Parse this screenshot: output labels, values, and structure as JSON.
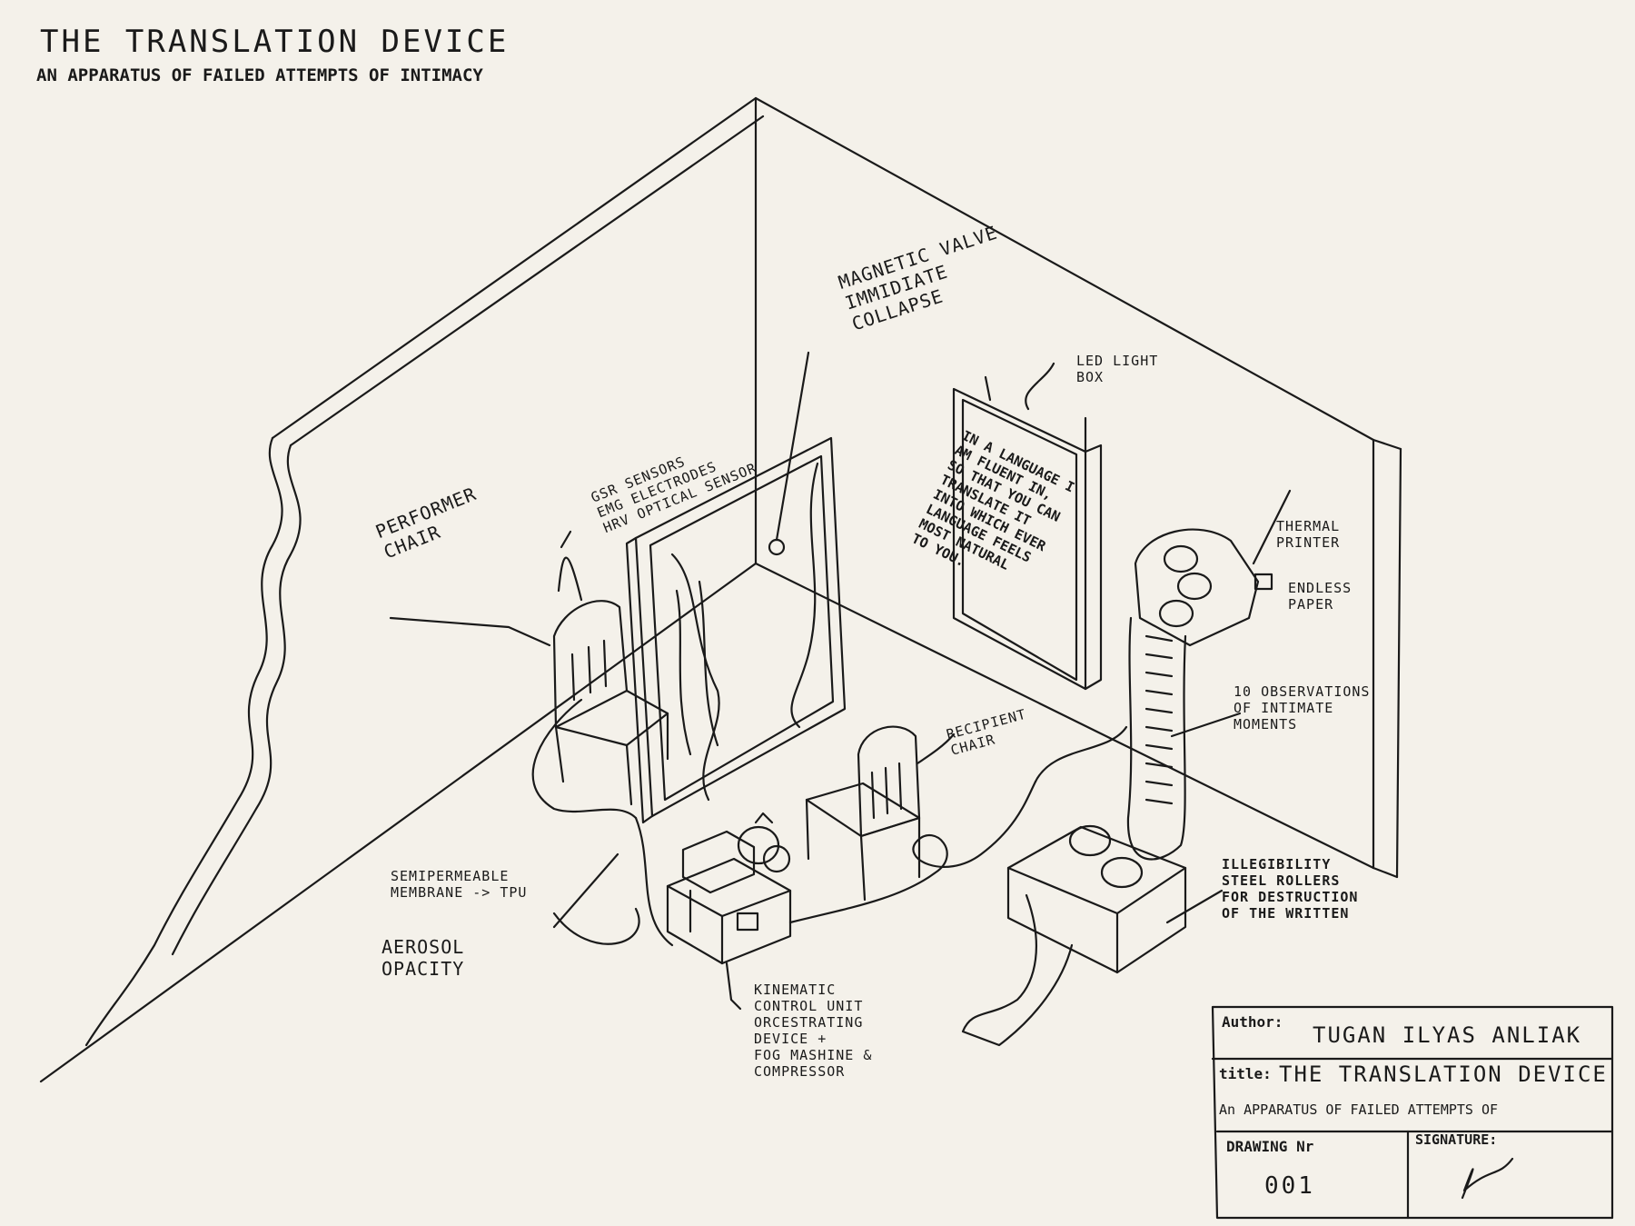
{
  "title": "THE TRANSLATION DEVICE",
  "subtitle": "AN APPARATUS OF FAILED ATTEMPTS OF INTIMACY",
  "labels": {
    "magnetic_valve": "MAGNETIC VALVE\nIMMIDIATE\nCOLLAPSE",
    "led_light_box": "LED LIGHT\nBOX",
    "sensors": "GSR SENSORS\nEMG ELECTRODES\nHRV OPTICAL SENSOR",
    "performer_chair": "PERFORMER\nCHAIR",
    "thermal_printer": "THERMAL\nPRINTER",
    "endless_paper": "ENDLESS\nPAPER",
    "observations": "10 OBSERVATIONS\nOF INTIMATE\nMOMENTS",
    "recipient_chair": "RECIPIENT\nCHAIR",
    "membrane": "SEMIPERMEABLE\nMEMBRANE -> TPU",
    "aerosol": "AEROSOL\nOPACITY",
    "steel_rollers": "ILLEGIBILITY\nSTEEL ROLLERS\nFOR DESTRUCTION\nOF THE WRITTEN",
    "kinematic": "KINEMATIC\nCONTROL UNIT\nORCESTRATING\nDEVICE +\nFOG MASHINE &\nCOMPRESSOR"
  },
  "lightbox_text": "IN A LANGUAGE I\nAM FLUENT IN,\nSO THAT YOU CAN\nTRANSLATE IT\nINTO WHICH EVER\nLANGUAGE FEELS\nMOST NATURAL\nTO YOU.",
  "title_block": {
    "author_label": "Author:",
    "author_value": "TUGAN ILYAS ANLIAK",
    "title_label": "title:",
    "title_line1": "THE TRANSLATION DEVICE",
    "title_line2": "An APPARATUS OF FAILED ATTEMPTS OF",
    "drawing_label": "DRAWING Nr",
    "drawing_value": "001",
    "signature_label": "SIGNATURE:"
  }
}
